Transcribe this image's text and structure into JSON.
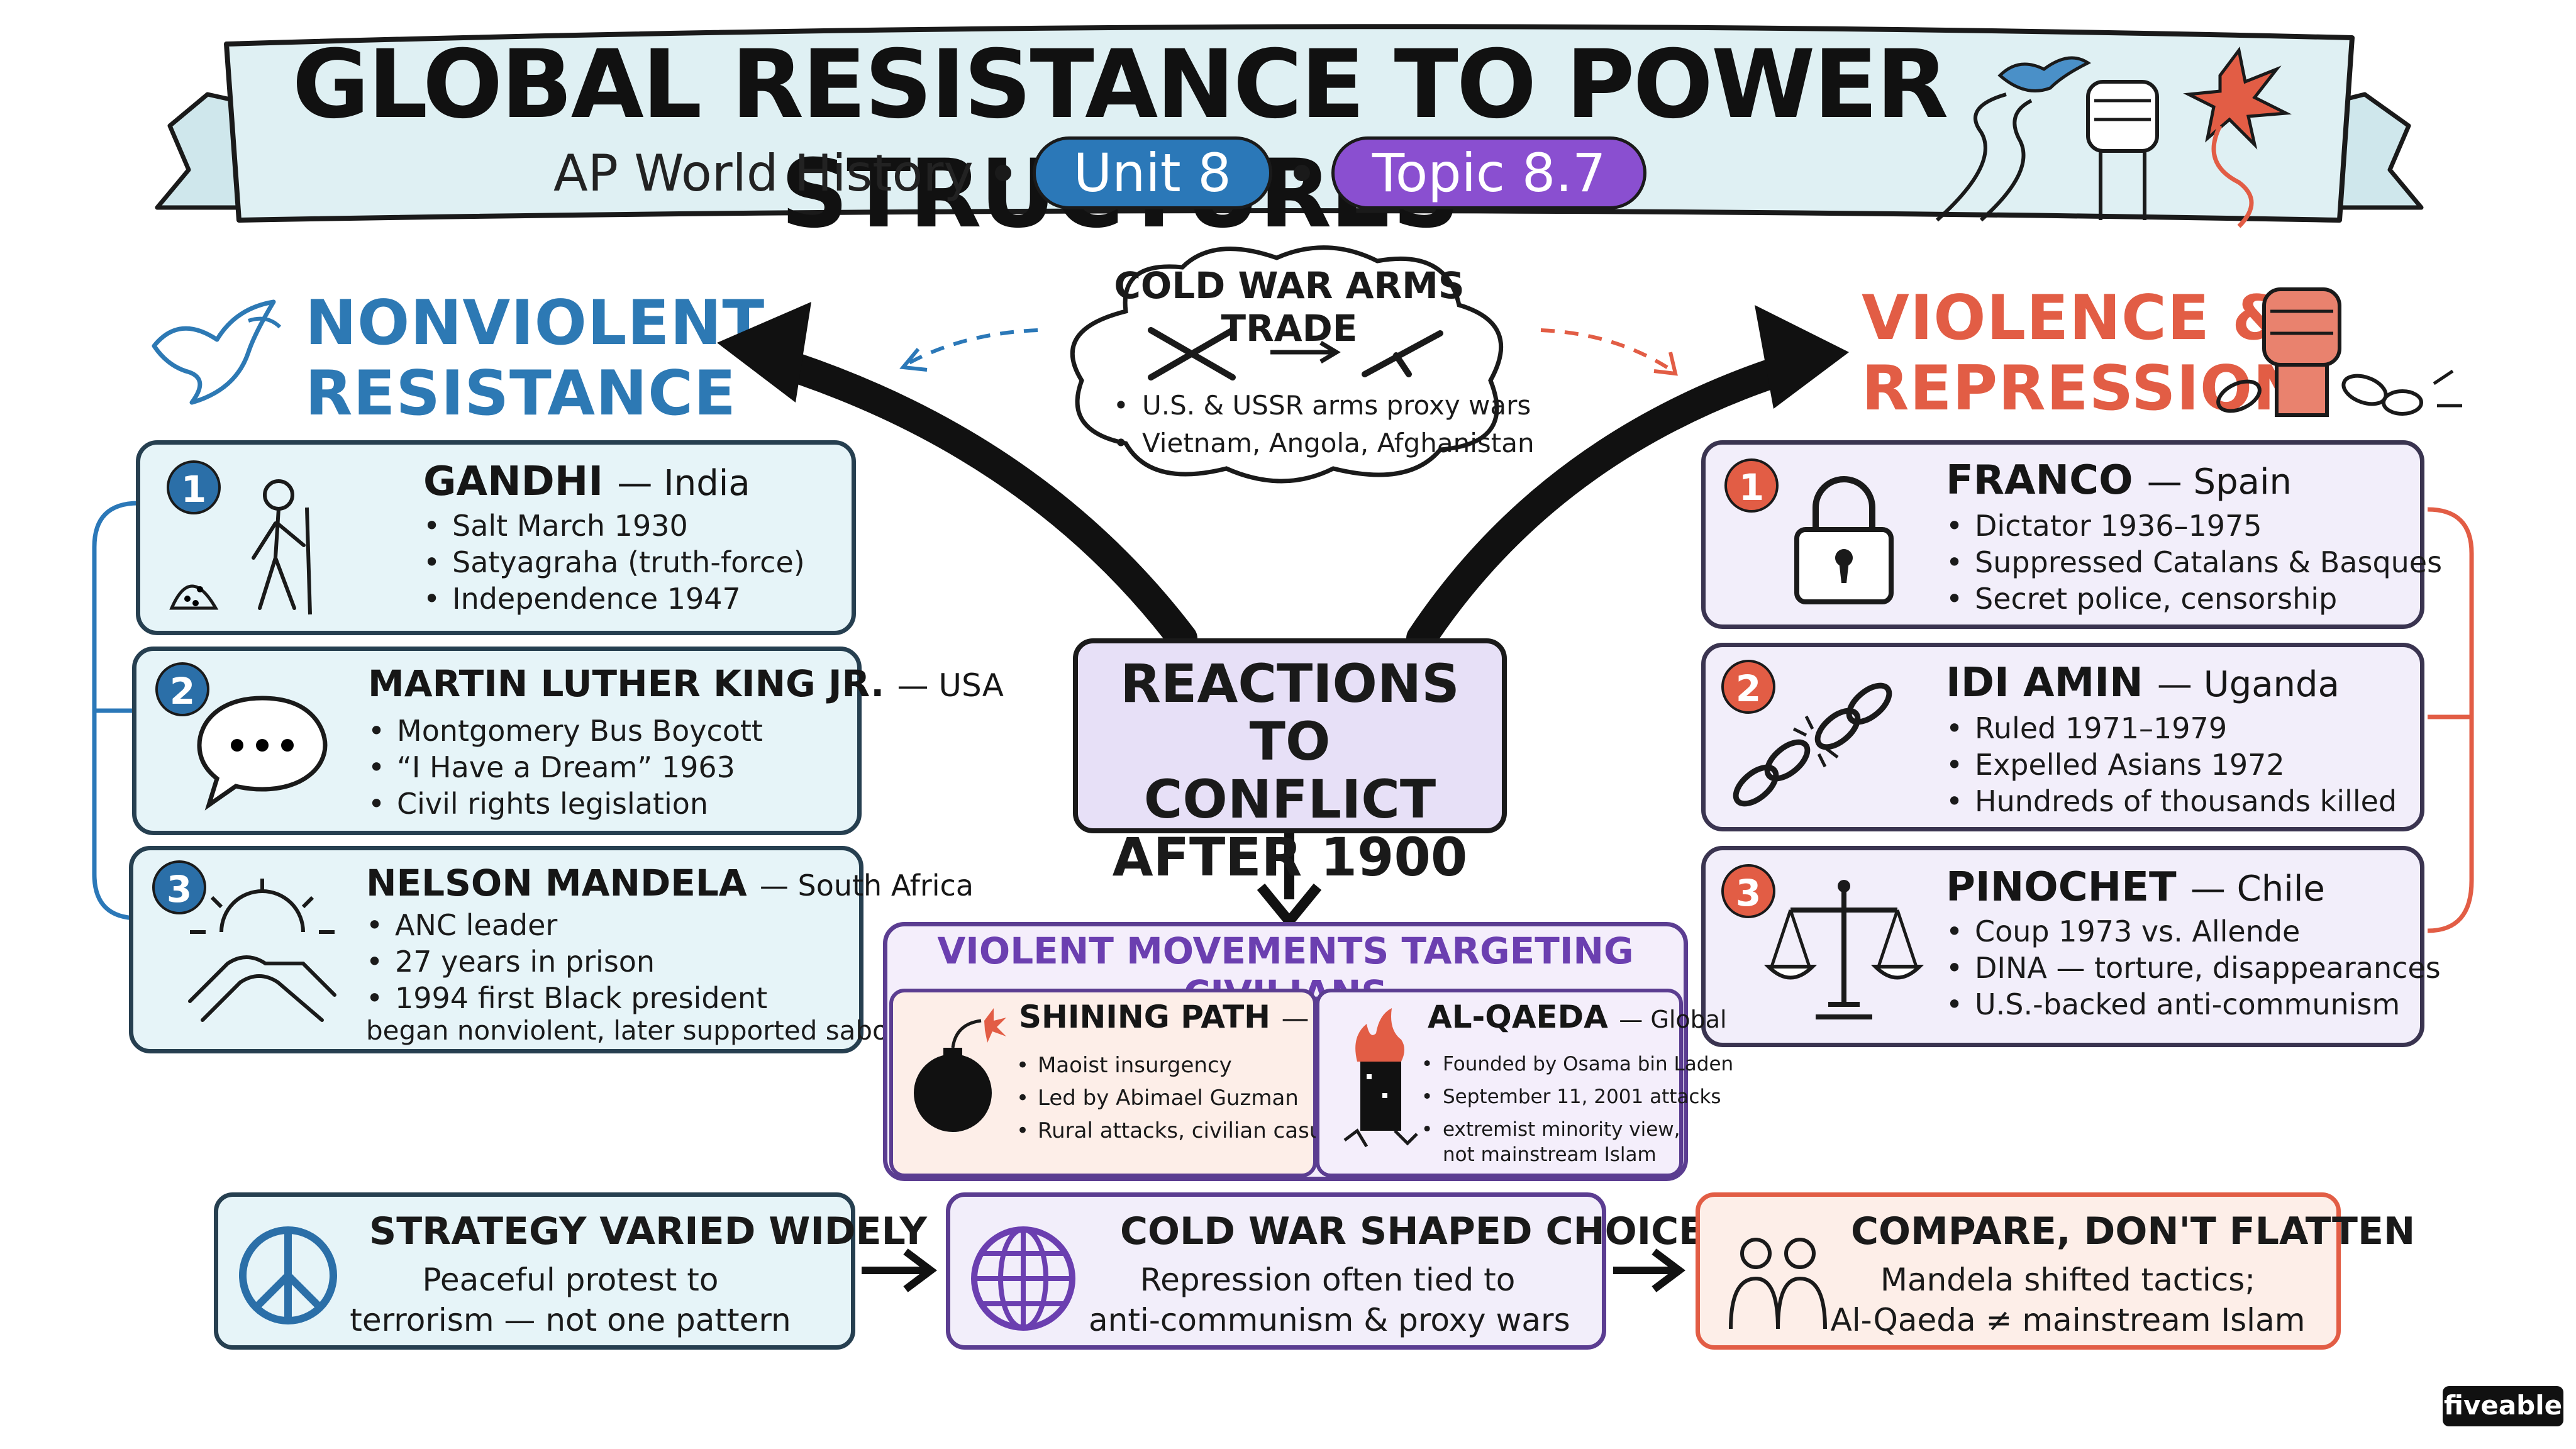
{
  "header": {
    "title": "GLOBAL RESISTANCE TO POWER STRUCTURES",
    "subtitle": "AP World History",
    "unit": "Unit 8",
    "topic": "Topic 8.7"
  },
  "left_section": {
    "heading_line1": "NONVIOLENT",
    "heading_line2": "RESISTANCE",
    "cards": [
      {
        "number": "1",
        "name": "GANDHI",
        "place": "— India",
        "bullets": [
          "Salt March 1930",
          "Satyagraha (truth-force)",
          "Independence 1947"
        ]
      },
      {
        "number": "2",
        "name": "MARTIN LUTHER KING JR.",
        "place": "— USA",
        "bullets": [
          "Montgomery Bus Boycott",
          "“I Have a Dream” 1963",
          "Civil rights legislation"
        ]
      },
      {
        "number": "3",
        "name": "NELSON MANDELA",
        "place": "— South Africa",
        "bullets": [
          "ANC leader",
          "27 years in prison",
          "1994 first Black president"
        ],
        "note": "began nonviolent, later supported sabotage"
      }
    ]
  },
  "right_section": {
    "heading_line1": "VIOLENCE &",
    "heading_line2": "REPRESSION",
    "cards": [
      {
        "number": "1",
        "name": "FRANCO",
        "place": "— Spain",
        "bullets": [
          "Dictator 1936–1975",
          "Suppressed Catalans & Basques",
          "Secret police, censorship"
        ]
      },
      {
        "number": "2",
        "name": "IDI AMIN",
        "place": "— Uganda",
        "bullets": [
          "Ruled 1971–1979",
          "Expelled Asians 1972",
          "Hundreds of thousands killed"
        ]
      },
      {
        "number": "3",
        "name": "PINOCHET",
        "place": "— Chile",
        "bullets": [
          "Coup 1973 vs. Allende",
          "DINA — torture, disappearances",
          "U.S.-backed anti-communism"
        ]
      }
    ]
  },
  "arms_trade": {
    "title": "COLD WAR ARMS TRADE",
    "bullets": [
      "U.S. & USSR arms proxy wars",
      "Vietnam, Angola, Afghanistan"
    ]
  },
  "center": {
    "line1": "REACTIONS TO",
    "line2": "CONFLICT",
    "line3": "AFTER 1900"
  },
  "violent_movements": {
    "title": "VIOLENT MOVEMENTS TARGETING CIVILIANS",
    "groups": [
      {
        "name": "SHINING PATH",
        "place": "— Peru",
        "bullets": [
          "Maoist insurgency",
          "Led by Abimael Guzman",
          "Rural attacks, civilian casualties"
        ]
      },
      {
        "name": "AL-QAEDA",
        "place": "— Global",
        "bullets": [
          "Founded by Osama bin Laden",
          "September 11, 2001 attacks",
          "extremist minority view,"
        ],
        "bullet_cont": "not mainstream Islam"
      }
    ]
  },
  "bottom": [
    {
      "title": "STRATEGY VARIED WIDELY",
      "line1": "Peaceful protest to",
      "line2": "terrorism — not one pattern"
    },
    {
      "title": "COLD WAR SHAPED CHOICES",
      "line1": "Repression often tied to",
      "line2": "anti-communism & proxy wars"
    },
    {
      "title": "COMPARE, DON'T FLATTEN",
      "line1": "Mandela shifted tactics;",
      "line2": "Al-Qaeda ≠ mainstream Islam"
    }
  ],
  "brand": "fiveable",
  "colors": {
    "blue": "#2b78b8",
    "purple": "#8a4fd0",
    "red": "#e25d45",
    "banner": "#dff0f3"
  }
}
